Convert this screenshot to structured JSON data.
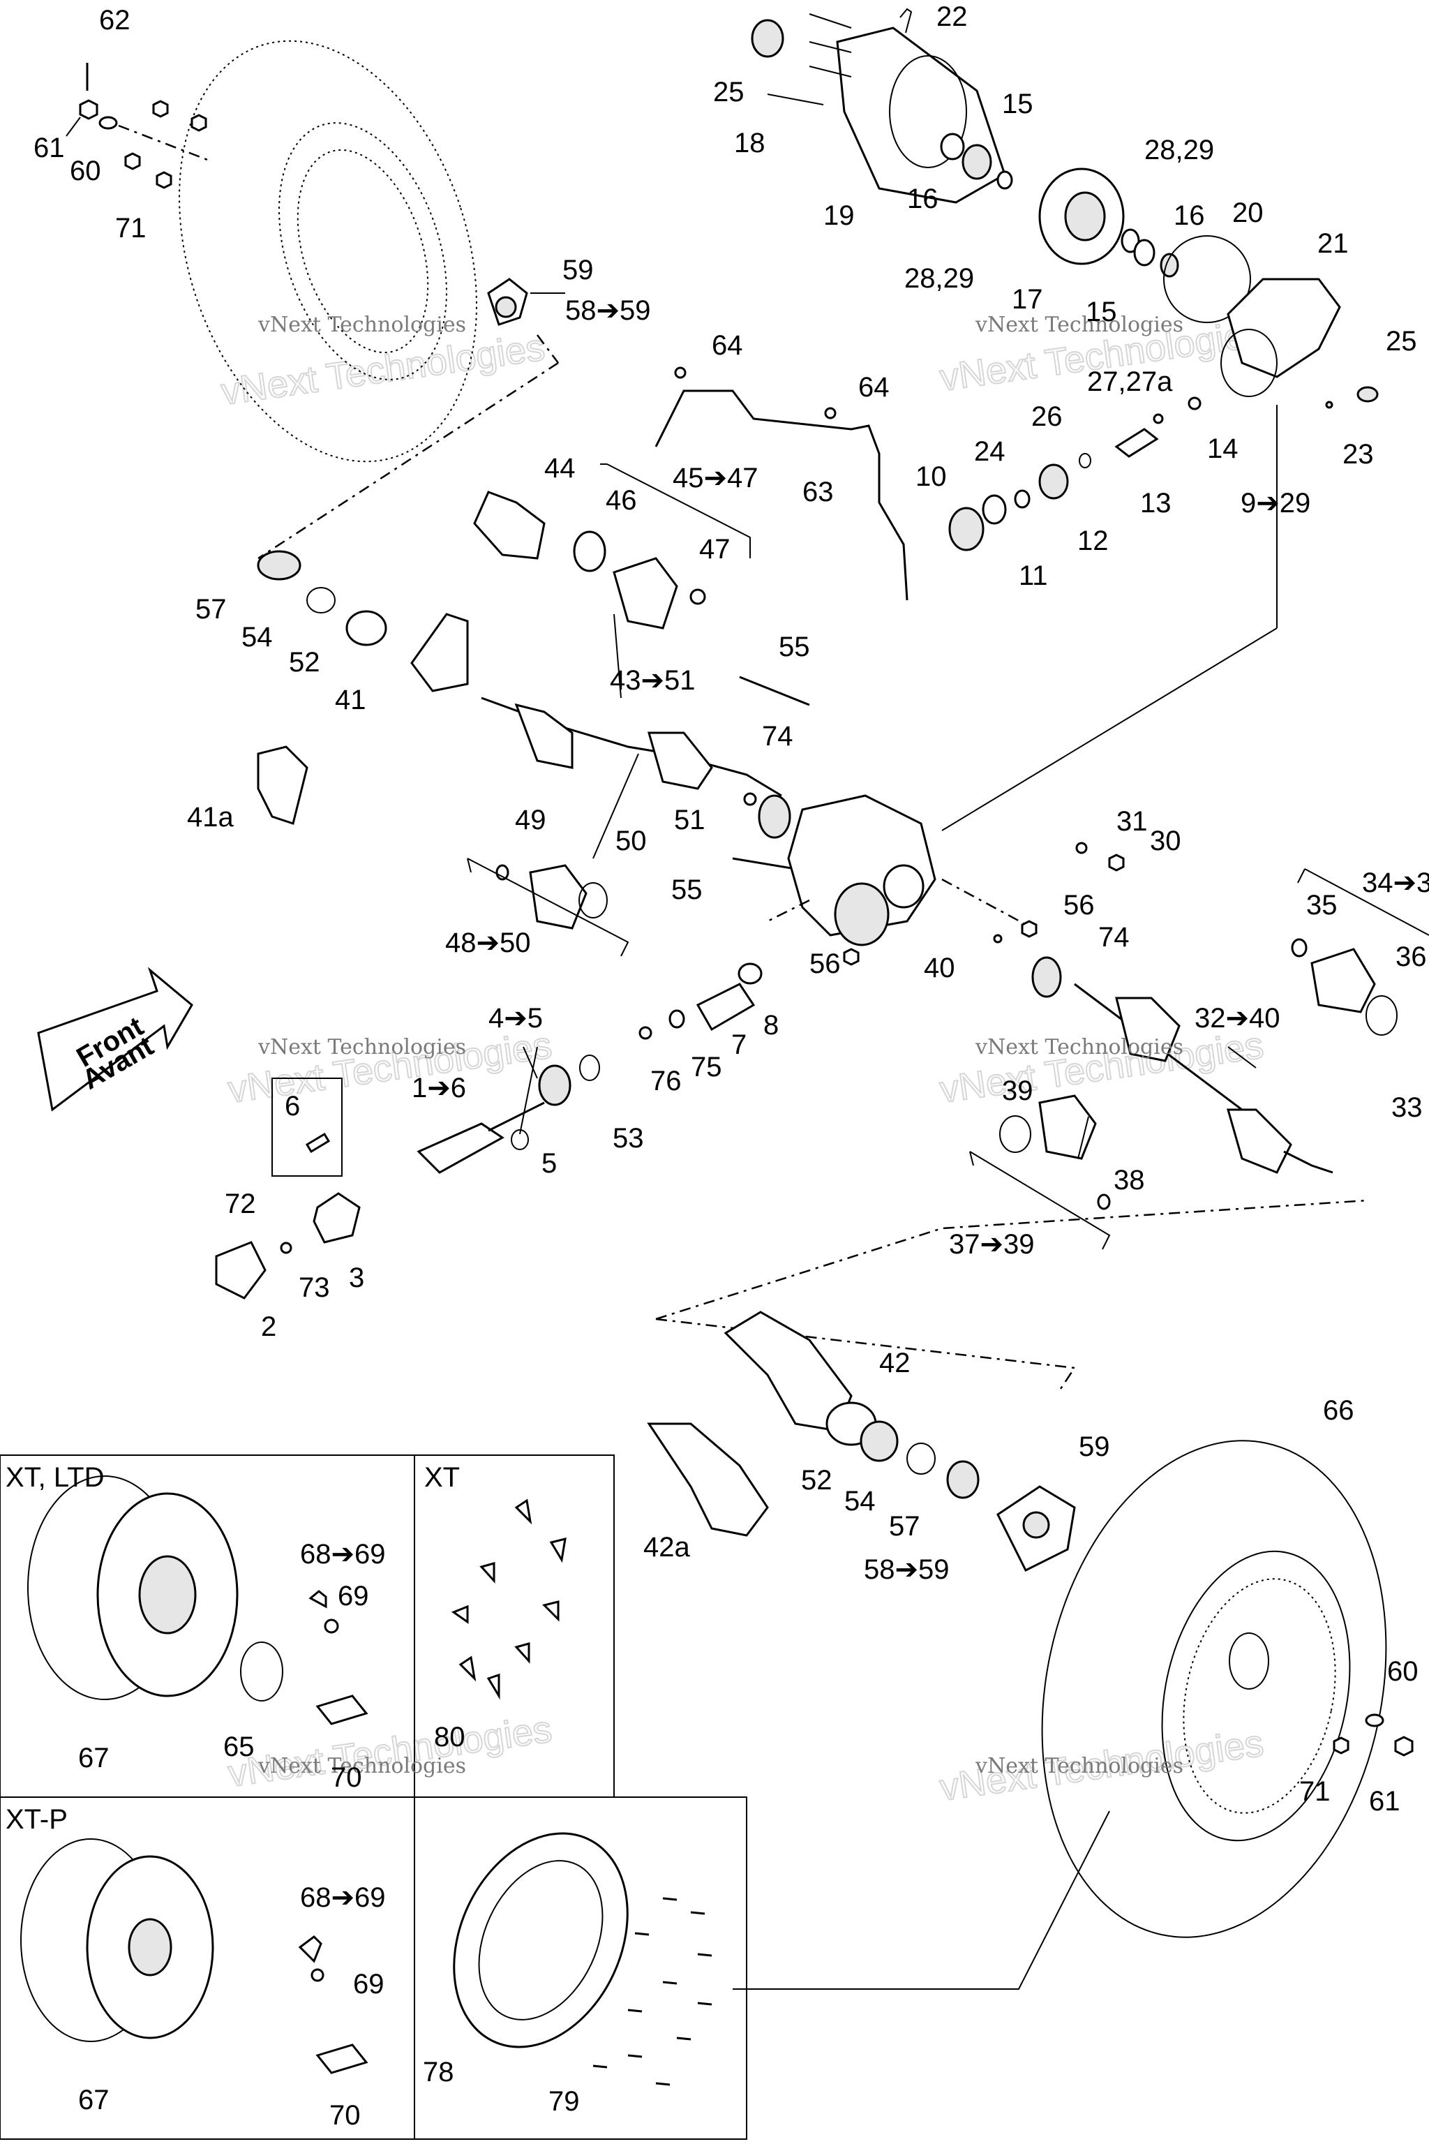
{
  "diagram": {
    "watermark_small": "vNext Technologies",
    "watermark_large": "vNext Technologies",
    "front_arrow": {
      "line1": "Front",
      "line2": "Avant"
    },
    "insets": {
      "xt_ltd": "XT, LTD",
      "xt": "XT",
      "xt_p": "XT-P"
    },
    "callouts": {
      "c62": "62",
      "c61a": "61",
      "c60a": "60",
      "c71a": "71",
      "c22": "22",
      "c25a": "25",
      "c18": "18",
      "c15a": "15",
      "c19": "19",
      "c16a": "16",
      "c28_29a": "28,29",
      "c28_29b": "28,29",
      "c16b": "16",
      "c20": "20",
      "c17": "17",
      "c15b": "15",
      "c21": "21",
      "c59a": "59",
      "c58_59a": "58➔59",
      "c64a": "64",
      "c64b": "64",
      "c25b": "25",
      "c27": "27,27a",
      "c26": "26",
      "c14": "14",
      "c23": "23",
      "c24": "24",
      "c13": "13",
      "c10": "10",
      "c11": "11",
      "c12": "12",
      "c9_29": "9➔29",
      "c63": "63",
      "c44": "44",
      "c46": "46",
      "c45_47": "45➔47",
      "c47": "47",
      "c57a": "57",
      "c54a": "54",
      "c52a": "52",
      "c41": "41",
      "c43_51": "43➔51",
      "c55a": "55",
      "c41a": "41a",
      "c74a": "74",
      "c49": "49",
      "c50": "50",
      "c51": "51",
      "c55b": "55",
      "c48_50": "48➔50",
      "c31": "31",
      "c30": "30",
      "c34": "34➔3",
      "c35": "35",
      "c36": "36",
      "c56a": "56",
      "c74b": "74",
      "c40": "40",
      "c56b": "56",
      "c32_40": "32➔40",
      "c33": "33",
      "c4_5": "4➔5",
      "c8": "8",
      "c7": "7",
      "c75": "75",
      "c76": "76",
      "c1_6": "1➔6",
      "c5": "5",
      "c53": "53",
      "c6": "6",
      "c39": "39",
      "c38": "38",
      "c37_39": "37➔39",
      "c72": "72",
      "c73": "73",
      "c3": "3",
      "c2": "2",
      "c42": "42",
      "c66": "66",
      "c59b": "59",
      "c52b": "52",
      "c54b": "54",
      "c57b": "57",
      "c42a": "42a",
      "c58_59b": "58➔59",
      "c68_69a": "68➔69",
      "c69a": "69",
      "c67a": "67",
      "c65": "65",
      "c70a": "70",
      "c80": "80",
      "c60b": "60",
      "c71b": "71",
      "c61b": "61",
      "c68_69b": "68➔69",
      "c69b": "69",
      "c67b": "67",
      "c70b": "70",
      "c78": "78",
      "c79": "79"
    }
  }
}
